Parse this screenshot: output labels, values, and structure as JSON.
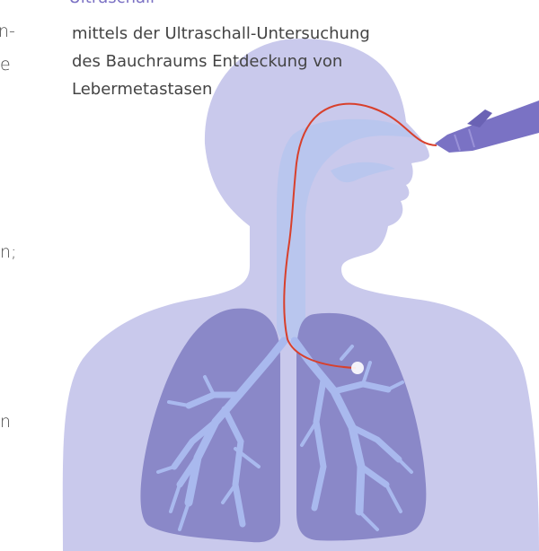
{
  "left_fragments": [
    "n-",
    "e",
    "n;",
    "n"
  ],
  "bullet": {
    "marker": "•",
    "heading": "Ultraschall",
    "lines": [
      "mittels der Ultraschall-Untersuchung",
      "des Bauchraums Entdeckung von",
      "Lebermetastasen"
    ]
  },
  "colors": {
    "body_silhouette": "#c9c9ec",
    "airway": "#b9c6ee",
    "lungs": "#8a88c8",
    "bronchi": "#a9b9ee",
    "catheter": "#d8402c",
    "endoscope": "#7a72c4",
    "heading": "#7b71c4"
  }
}
